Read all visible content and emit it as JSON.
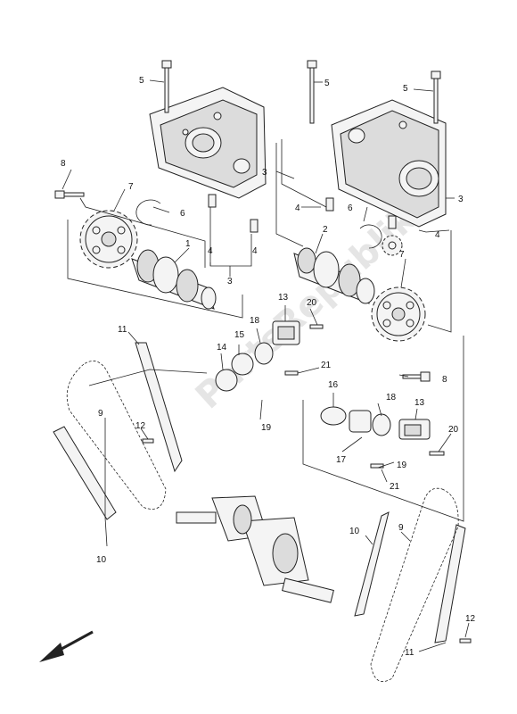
{
  "watermark": "PartsRepublik",
  "direction_arrow": "front-arrow-icon",
  "callouts": {
    "c1": "1",
    "c2": "2",
    "c3a": "3",
    "c3b": "3",
    "c3c": "3",
    "c4a": "4",
    "c4b": "4",
    "c4c": "4",
    "c4d": "4",
    "c5a": "5",
    "c5b": "5",
    "c5c": "5",
    "c6a": "6",
    "c6b": "6",
    "c7a": "7",
    "c7b": "7",
    "c8a": "8",
    "c8b": "8",
    "c9a": "9",
    "c9b": "9",
    "c10a": "10",
    "c10b": "10",
    "c11a": "11",
    "c11b": "11",
    "c12a": "12",
    "c12b": "12",
    "c13a": "13",
    "c13b": "13",
    "c14": "14",
    "c15": "15",
    "c16": "16",
    "c17": "17",
    "c18a": "18",
    "c18b": "18",
    "c19a": "19",
    "c19b": "19",
    "c20a": "20",
    "c20b": "20",
    "c21a": "21",
    "c21b": "21"
  }
}
